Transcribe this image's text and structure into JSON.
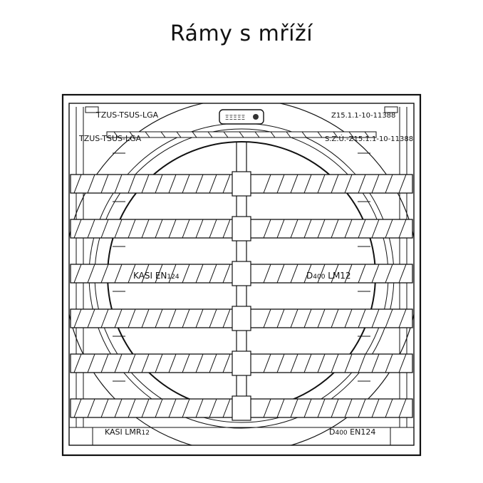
{
  "title": "Rámy s mříží",
  "markings": {
    "top_left_inner": "TZUS-TSUS-LGA",
    "top_right_inner": "Z15.1.1-10-11388",
    "top_left_outer": "TZUS-TSUS-LGA",
    "top_right_outer_prefix": "S.Z.Ú.-",
    "top_right_outer_code": "Z15.1.1-10-11388",
    "middle_left_brand": "KASI EN",
    "middle_left_num": "124",
    "middle_right_class": "D",
    "middle_right_load": "400",
    "middle_right_code": " LM12",
    "bottom_left_brand": "KASI LMR",
    "bottom_left_num": "12",
    "bottom_right_class": "D",
    "bottom_right_load": "400",
    "bottom_right_code": " EN124",
    "date_plate": "ΞΞΞΞΞ"
  }
}
